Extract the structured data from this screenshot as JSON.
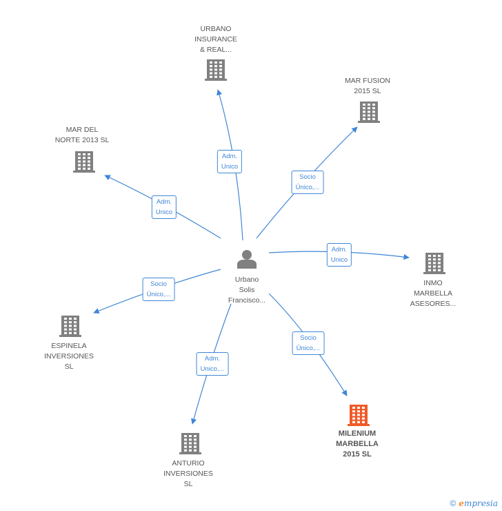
{
  "diagram": {
    "center": {
      "lines": [
        "Urbano",
        "Solis",
        "Francisco..."
      ],
      "icon": "person-icon"
    },
    "nodes": [
      {
        "id": "urbano-insurance",
        "lines": [
          "URBANO",
          "INSURANCE",
          "& REAL..."
        ],
        "icon": "building-icon",
        "highlight": false
      },
      {
        "id": "mar-fusion",
        "lines": [
          "MAR FUSION",
          "2015  SL"
        ],
        "icon": "building-icon",
        "highlight": false
      },
      {
        "id": "mar-del-norte",
        "lines": [
          "MAR DEL",
          "NORTE 2013  SL"
        ],
        "icon": "building-icon",
        "highlight": false
      },
      {
        "id": "inmo-marbella",
        "lines": [
          "INMO",
          "MARBELLA",
          "ASESORES..."
        ],
        "icon": "building-icon",
        "highlight": false
      },
      {
        "id": "espinela",
        "lines": [
          "ESPINELA",
          "INVERSIONES",
          "SL"
        ],
        "icon": "building-icon",
        "highlight": false
      },
      {
        "id": "milenium",
        "lines": [
          "MILENIUM",
          "MARBELLA",
          "2015  SL"
        ],
        "icon": "building-icon",
        "highlight": true
      },
      {
        "id": "anturio",
        "lines": [
          "ANTURIO",
          "INVERSIONES",
          "SL"
        ],
        "icon": "building-icon",
        "highlight": false
      }
    ],
    "relations": [
      {
        "target": "urbano-insurance",
        "lines": [
          "Adm.",
          "Unico"
        ]
      },
      {
        "target": "mar-fusion",
        "lines": [
          "Socio",
          "Único,..."
        ]
      },
      {
        "target": "mar-del-norte",
        "lines": [
          "Adm.",
          "Unico"
        ]
      },
      {
        "target": "inmo-marbella",
        "lines": [
          "Adm.",
          "Unico"
        ]
      },
      {
        "target": "espinela",
        "lines": [
          "Socio",
          "Único,..."
        ]
      },
      {
        "target": "milenium",
        "lines": [
          "Socio",
          "Único,..."
        ]
      },
      {
        "target": "anturio",
        "lines": [
          "Adm.",
          "Unico,..."
        ]
      }
    ],
    "colors": {
      "edge": "#3f86d6",
      "building": "#808080",
      "highlight": "#f05a28",
      "person": "#808080"
    }
  },
  "footer": {
    "copyright_symbol": "©",
    "brand_initial": "e",
    "brand_rest": "mpresia"
  }
}
